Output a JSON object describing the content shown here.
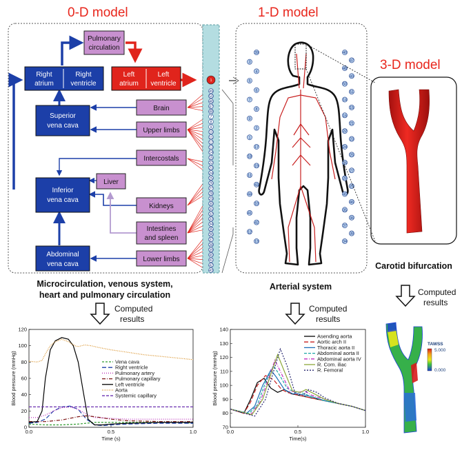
{
  "titles": {
    "zero_d": "0-D model",
    "one_d": "1-D model",
    "three_d": "3-D model"
  },
  "zero_d": {
    "boxes": {
      "pulmonary": [
        "Pulmonary",
        "circulation"
      ],
      "right_atrium": [
        "Right",
        "atrium"
      ],
      "right_ventricle": [
        "Right",
        "ventricle"
      ],
      "left_atrium": [
        "Left",
        "atrium"
      ],
      "left_ventricle": [
        "Left",
        "ventricle"
      ],
      "superior_vena_cava": [
        "Superior",
        "vena cava"
      ],
      "inferior_vena_cava": [
        "Inferior",
        "vena cava"
      ],
      "abdominal_vena_cava": [
        "Abdominal",
        "vena cava"
      ],
      "brain": "Brain",
      "upper_limbs": "Upper limbs",
      "intercostals": "Intercostals",
      "liver": "Liver",
      "kidneys": "Kidneys",
      "intestines": [
        "Intestines",
        "and spleen"
      ],
      "lower_limbs": "Lower limbs"
    },
    "caption": [
      "Microcirculation, venous system,",
      "heart and pulmonary circulation"
    ]
  },
  "one_d": {
    "caption": "Arterial system",
    "root_node": "1",
    "strip_nodes": [
      "49",
      "50",
      "46",
      "47",
      "48",
      "7",
      "8",
      "9",
      "10",
      "11",
      "12",
      "13",
      "14",
      "15",
      "22",
      "23",
      "24",
      "25",
      "26",
      "27",
      "28",
      "29",
      "30",
      "31",
      "32",
      "33",
      "34",
      "35",
      "36",
      "37",
      "38",
      "39",
      "40",
      "41",
      "42",
      "43"
    ],
    "body_nodes_left": [
      "39",
      "3",
      "4",
      "5",
      "6",
      "7",
      "8",
      "9",
      "2",
      "1",
      "17",
      "18",
      "19",
      "11",
      "43",
      "44",
      "10",
      "41",
      "42",
      "12",
      "13"
    ],
    "body_nodes_right": [
      "40",
      "47",
      "48",
      "49",
      "50",
      "51",
      "14",
      "15",
      "16",
      "21",
      "22",
      "23",
      "24",
      "25",
      "26",
      "27",
      "28",
      "29",
      "45",
      "46",
      "35",
      "36",
      "37",
      "38",
      "34"
    ]
  },
  "three_d": {
    "caption": "Carotid bifurcation",
    "colorbar_title": "TAWSS",
    "colorbar_max": "5.000",
    "colorbar_min": "0.000"
  },
  "computed_label": [
    "Computed",
    "results"
  ],
  "chart_data": [
    {
      "type": "line",
      "xlabel": "Time (s)",
      "ylabel": "Blood pressure (mmHg)",
      "xlim": [
        0,
        1
      ],
      "ylim": [
        0,
        120
      ],
      "xticks": [
        "0.0",
        "0.5",
        "1.0"
      ],
      "yticks": [
        "0",
        "20",
        "40",
        "60",
        "80",
        "100",
        "120"
      ],
      "legend": "inside-right",
      "series": [
        {
          "name": "Vena cava",
          "color": "#2e9a2e",
          "dash": "3,2",
          "x": [
            0,
            0.1,
            0.2,
            0.3,
            0.4,
            0.5,
            0.6,
            0.7,
            0.8,
            0.9,
            1.0
          ],
          "y": [
            4,
            3,
            3,
            4,
            6,
            6,
            6,
            6,
            6,
            6,
            5
          ]
        },
        {
          "name": "Right ventricle",
          "color": "#1c3fa8",
          "dash": "6,3",
          "x": [
            0,
            0.05,
            0.1,
            0.15,
            0.2,
            0.25,
            0.3,
            0.35,
            0.4,
            0.45,
            0.5,
            0.6,
            0.8,
            1.0
          ],
          "y": [
            5,
            6,
            10,
            20,
            25,
            26,
            22,
            10,
            3,
            2,
            3,
            4,
            5,
            5
          ]
        },
        {
          "name": "Pulmonary artery",
          "color": "#b51fb5",
          "dash": "1,2",
          "x": [
            0,
            0.05,
            0.1,
            0.15,
            0.2,
            0.25,
            0.3,
            0.35,
            0.4,
            0.5,
            0.6,
            0.8,
            1.0
          ],
          "y": [
            12,
            12,
            15,
            20,
            24,
            25,
            22,
            16,
            12,
            11,
            10,
            10,
            10
          ]
        },
        {
          "name": "Pulmonary capillary",
          "color": "#7a1212",
          "dash": "5,2,1,2",
          "x": [
            0,
            0.1,
            0.2,
            0.3,
            0.35,
            0.4,
            0.5,
            0.6,
            0.8,
            1.0
          ],
          "y": [
            7,
            7,
            9,
            13,
            14,
            13,
            10,
            8,
            7,
            7
          ]
        },
        {
          "name": "Left ventricle",
          "color": "#000000",
          "dash": "",
          "x": [
            0,
            0.05,
            0.08,
            0.1,
            0.13,
            0.16,
            0.2,
            0.24,
            0.27,
            0.3,
            0.33,
            0.36,
            0.4,
            0.45,
            0.5,
            0.6,
            0.8,
            1.0
          ],
          "y": [
            6,
            7,
            20,
            60,
            95,
            106,
            110,
            108,
            100,
            80,
            45,
            10,
            3,
            3,
            4,
            5,
            6,
            6
          ]
        },
        {
          "name": "Aorta",
          "color": "#d78a1a",
          "dash": "1,1.5",
          "x": [
            0,
            0.05,
            0.08,
            0.1,
            0.13,
            0.16,
            0.2,
            0.24,
            0.28,
            0.3,
            0.34,
            0.38,
            0.42,
            0.5,
            0.6,
            0.7,
            0.8,
            0.9,
            1.0
          ],
          "y": [
            81,
            80,
            82,
            90,
            100,
            105,
            108,
            105,
            100,
            99,
            101,
            100,
            98,
            95,
            92,
            89,
            87,
            85,
            83
          ]
        },
        {
          "name": "Systemic capillary",
          "color": "#6a2fb0",
          "dash": "4,2",
          "x": [
            0,
            0.5,
            1.0
          ],
          "y": [
            25,
            25,
            25
          ]
        }
      ]
    },
    {
      "type": "line",
      "xlabel": "Time(s)",
      "ylabel": "Blood pressure (mmHg)",
      "xlim": [
        0,
        1
      ],
      "ylim": [
        70,
        140
      ],
      "xticks": [
        "0.0",
        "0.5",
        "1.0"
      ],
      "yticks": [
        "70",
        "80",
        "90",
        "100",
        "110",
        "120",
        "130",
        "140"
      ],
      "legend": "top-right",
      "series": [
        {
          "name": "Asending aorta",
          "color": "#000000",
          "dash": "",
          "x": [
            0,
            0.1,
            0.15,
            0.2,
            0.25,
            0.3,
            0.35,
            0.4,
            0.45,
            0.5,
            0.6,
            0.7,
            0.8,
            0.9,
            1.0
          ],
          "y": [
            83,
            80,
            90,
            102,
            105,
            98,
            95,
            97,
            94,
            93,
            91,
            89,
            87,
            85,
            82
          ]
        },
        {
          "name": "Aortic arch II",
          "color": "#c81e1e",
          "dash": "6,3",
          "x": [
            0,
            0.1,
            0.15,
            0.2,
            0.26,
            0.32,
            0.38,
            0.42,
            0.5,
            0.6,
            0.7,
            0.8,
            0.9,
            1.0
          ],
          "y": [
            83,
            80,
            88,
            100,
            107,
            104,
            97,
            95,
            93,
            91,
            89,
            87,
            85,
            82
          ]
        },
        {
          "name": "Thoracic aorta II",
          "color": "#1e6fb8",
          "dash": "",
          "x": [
            0,
            0.12,
            0.18,
            0.24,
            0.3,
            0.34,
            0.4,
            0.46,
            0.5,
            0.6,
            0.7,
            0.8,
            0.9,
            1.0
          ],
          "y": [
            83,
            80,
            85,
            100,
            111,
            106,
            97,
            94,
            94,
            92,
            89,
            87,
            85,
            82
          ]
        },
        {
          "name": "Abdominal aorta II",
          "color": "#1aa6a6",
          "dash": "4,2",
          "x": [
            0,
            0.14,
            0.2,
            0.26,
            0.32,
            0.36,
            0.42,
            0.48,
            0.52,
            0.6,
            0.7,
            0.8,
            0.9,
            1.0
          ],
          "y": [
            83,
            80,
            86,
            102,
            114,
            108,
            98,
            95,
            95,
            92,
            89,
            87,
            85,
            82
          ]
        },
        {
          "name": "Abdominal aorta IV",
          "color": "#c02cc0",
          "dash": "5,2,1,2",
          "x": [
            0,
            0.15,
            0.22,
            0.28,
            0.33,
            0.38,
            0.44,
            0.5,
            0.55,
            0.6,
            0.7,
            0.8,
            0.9,
            1.0
          ],
          "y": [
            83,
            79,
            88,
            104,
            118,
            108,
            96,
            95,
            96,
            93,
            90,
            87,
            85,
            82
          ]
        },
        {
          "name": "R. Com. iliac",
          "color": "#8da83a",
          "dash": "",
          "x": [
            0,
            0.16,
            0.24,
            0.3,
            0.35,
            0.4,
            0.46,
            0.52,
            0.56,
            0.62,
            0.7,
            0.8,
            0.9,
            1.0
          ],
          "y": [
            83,
            79,
            90,
            108,
            122,
            110,
            96,
            95,
            97,
            94,
            90,
            87,
            85,
            82
          ]
        },
        {
          "name": "R. Femoral",
          "color": "#24246e",
          "dash": "2,2",
          "x": [
            0,
            0.18,
            0.26,
            0.32,
            0.37,
            0.42,
            0.48,
            0.54,
            0.58,
            0.64,
            0.7,
            0.8,
            0.9,
            1.0
          ],
          "y": [
            83,
            78,
            90,
            110,
            126,
            114,
            94,
            93,
            97,
            95,
            91,
            87,
            85,
            82
          ]
        }
      ]
    }
  ]
}
